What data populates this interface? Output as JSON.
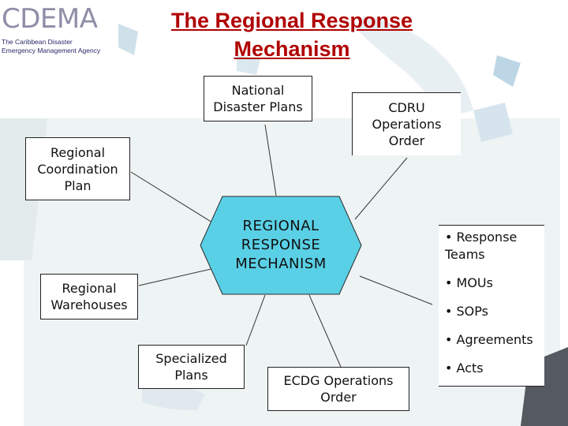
{
  "header": {
    "logo_word": "CDEMA",
    "logo_line1": "The Caribbean Disaster",
    "logo_line2": "Emergency Management Agency",
    "title_line1": "The Regional Response",
    "title_line2": "Mechanism"
  },
  "center": {
    "line1": "REGIONAL",
    "line2": "RESPONSE",
    "line3": "MECHANISM"
  },
  "nodes": {
    "national": {
      "line1": "National",
      "line2": "Disaster Plans"
    },
    "cdru": {
      "line1": "CDRU",
      "line2": "Operations",
      "line3": "Order"
    },
    "coordination": {
      "line1": "Regional",
      "line2": "Coordination",
      "line3": "Plan"
    },
    "warehouses": {
      "line1": "Regional",
      "line2": "Warehouses"
    },
    "specialized": {
      "line1": "Specialized",
      "line2": "Plans"
    },
    "ecdg": {
      "line1": "ECDG Operations",
      "line2": "Order"
    }
  },
  "instruments": {
    "items": [
      "• Response Teams",
      "• MOUs",
      "• SOPs",
      "• Agreements",
      "• Acts"
    ]
  },
  "colors": {
    "title": "#b00000",
    "hexagon_fill": "#5ad0e6",
    "map_land": "#e4eef0",
    "map_island": "#b8d4e4"
  }
}
